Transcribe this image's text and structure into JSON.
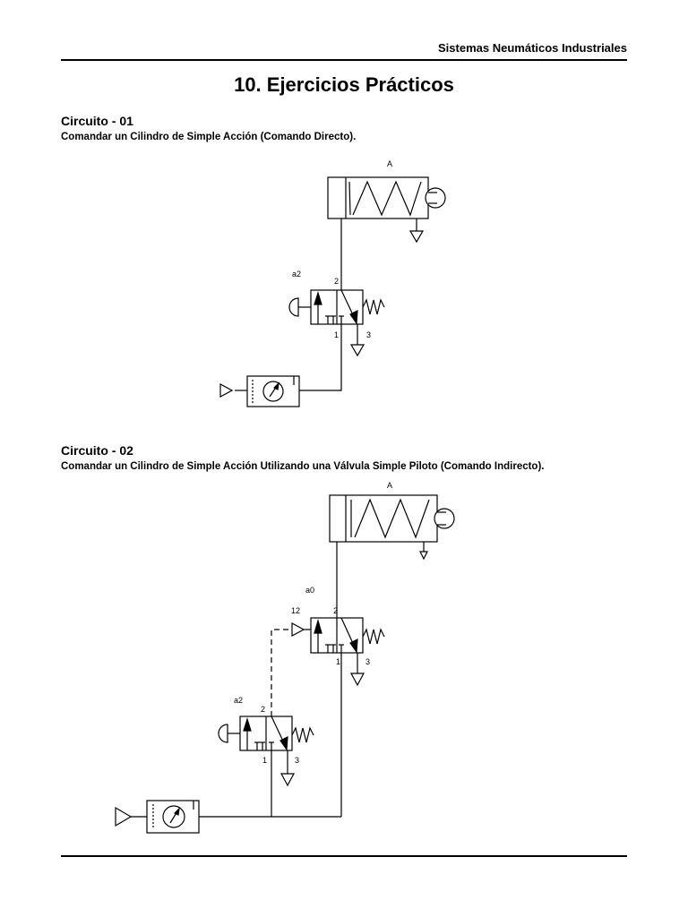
{
  "header": {
    "title": "Sistemas Neumáticos Industriales"
  },
  "page": {
    "title": "10. Ejercicios Prácticos"
  },
  "circuits": [
    {
      "title": "Circuito - 01",
      "description": "Comandar un Cilindro de Simple Acción (Comando Directo).",
      "labels": {
        "cylinder": "A",
        "valve": "a2",
        "port2": "2",
        "port1": "1",
        "port3": "3"
      }
    },
    {
      "title": "Circuito - 02",
      "description": "Comandar un Cilindro de Simple Acción Utilizando una Válvula Simple Piloto (Comando Indirecto).",
      "labels": {
        "cylinder": "A",
        "pilot_valve": "a0",
        "pilot_port12": "12",
        "pilot_port2": "2",
        "pilot_port1": "1",
        "pilot_port3": "3",
        "push_valve": "a2",
        "push_port2": "2",
        "push_port1": "1",
        "push_port3": "3"
      }
    }
  ]
}
